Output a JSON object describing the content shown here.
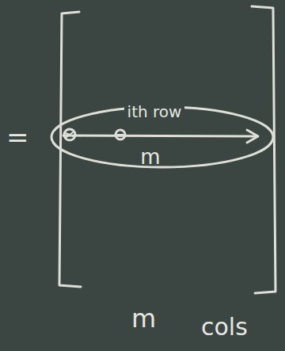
{
  "diagram": {
    "nodes": [
      {
        "text": [
          "ith row",
          "m"
        ]
      }
    ],
    "labels": [
      "=",
      "m",
      "cols"
    ]
  }
}
